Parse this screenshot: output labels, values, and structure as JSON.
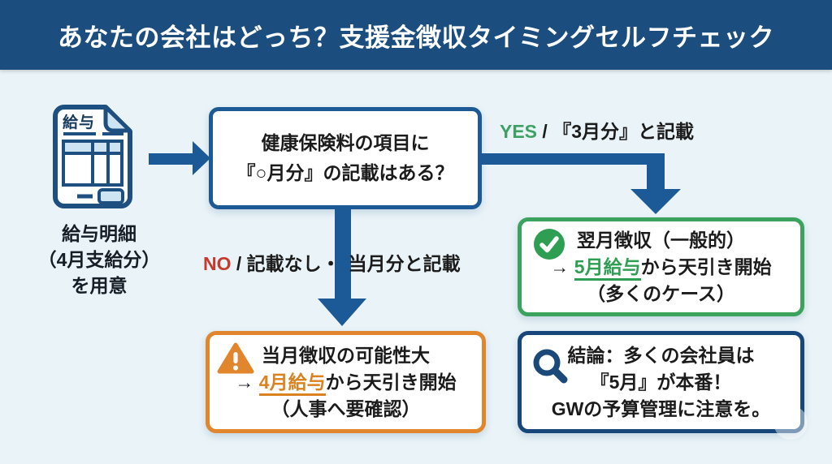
{
  "header": {
    "title": "あなたの会社はどっち？支援金徴収タイミングセルフチェック"
  },
  "payslip": {
    "doc_label": "給与",
    "caption_line1": "給与明細",
    "caption_line2": "（4月支給分）",
    "caption_line3": "を用意"
  },
  "question": {
    "line1": "健康保険料の項目に",
    "line2": "『○月分』の記載はある？"
  },
  "yes_branch": {
    "label": "YES",
    "separator": " / ",
    "text": "『3月分』と記載"
  },
  "no_branch": {
    "label": "NO",
    "separator": " / ",
    "text_left": "記載なし・",
    "text_right": "当月分と記載"
  },
  "next_month_box": {
    "line1": "翌月徴収（一般的）",
    "line2_arrow": "→ ",
    "line2_highlight": "5月給与",
    "line2_rest": "から天引き開始",
    "line3": "（多くのケース）"
  },
  "same_month_box": {
    "line1": "当月徴収の可能性大",
    "line2_arrow": "→ ",
    "line2_highlight": "4月給与",
    "line2_rest": "から天引き開始",
    "line3": "（人事へ要確認）"
  },
  "conclusion_box": {
    "line1": "結論：多くの会社員は",
    "line2": "『5月』が本番！",
    "line3": "GWの予算管理に注意を。"
  },
  "colors": {
    "header_bg": "#1b4d7e",
    "canvas_bg": "#eaf4f8",
    "arrow_blue": "#1b5a96",
    "green": "#2e9e53",
    "orange": "#e2862e",
    "red": "#c43a2e",
    "navy": "#17477a"
  }
}
